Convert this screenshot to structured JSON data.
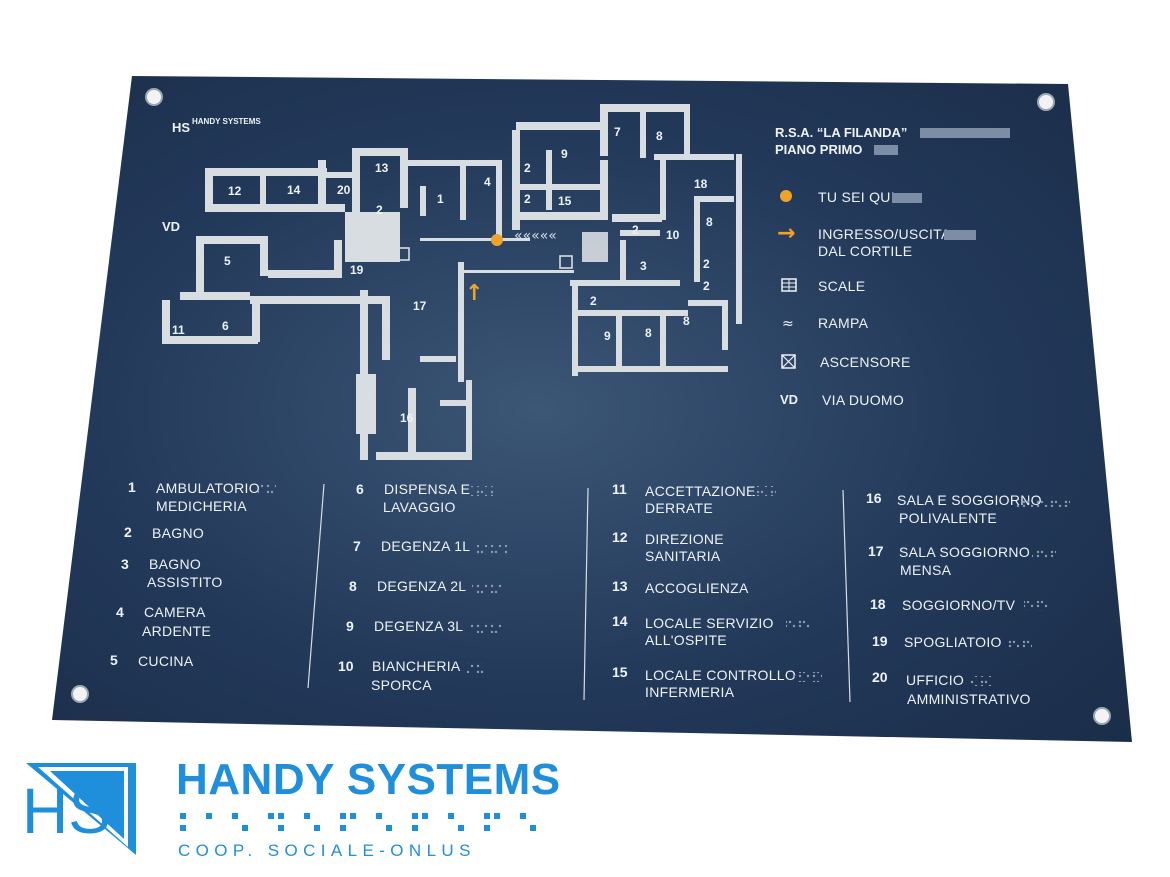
{
  "plate": {
    "maker_small": "HANDY SYSTEMS",
    "title_line1": "R.S.A. “LA FILANDA”",
    "title_line2": "PIANO PRIMO",
    "vd_label": "VD",
    "colors": {
      "plate": "#1f3350",
      "ink": "#eef2f6",
      "accent": "#f0a32a",
      "brand": "#1f8fdc"
    }
  },
  "key": [
    {
      "symbol": "orange-dot-icon",
      "text": "TU SEI QUI"
    },
    {
      "symbol": "arrow-right-icon",
      "text": "INGRESSO/USCITA",
      "text2": "DAL CORTILE"
    },
    {
      "symbol": "stairs-icon",
      "text": "SCALE"
    },
    {
      "symbol": "ramp-icon",
      "text": "RAMPA"
    },
    {
      "symbol": "elevator-icon",
      "text": "ASCENSORE"
    },
    {
      "symbol": "VD",
      "text": "VIA DUOMO"
    }
  ],
  "rooms": [
    {
      "num": "1",
      "line1": "AMBULATORIO",
      "line2": "MEDICHERIA"
    },
    {
      "num": "2",
      "line1": "BAGNO",
      "line2": ""
    },
    {
      "num": "3",
      "line1": "BAGNO",
      "line2": "ASSISTITO"
    },
    {
      "num": "4",
      "line1": "CAMERA",
      "line2": "ARDENTE"
    },
    {
      "num": "5",
      "line1": "CUCINA",
      "line2": ""
    },
    {
      "num": "6",
      "line1": "DISPENSA E",
      "line2": "LAVAGGIO"
    },
    {
      "num": "7",
      "line1": "DEGENZA 1L",
      "line2": ""
    },
    {
      "num": "8",
      "line1": "DEGENZA 2L",
      "line2": ""
    },
    {
      "num": "9",
      "line1": "DEGENZA 3L",
      "line2": ""
    },
    {
      "num": "10",
      "line1": "BIANCHERIA",
      "line2": "SPORCA"
    },
    {
      "num": "11",
      "line1": "ACCETTAZIONE",
      "line2": "DERRATE"
    },
    {
      "num": "12",
      "line1": "DIREZIONE",
      "line2": "SANITARIA"
    },
    {
      "num": "13",
      "line1": "ACCOGLIENZA",
      "line2": ""
    },
    {
      "num": "14",
      "line1": "LOCALE SERVIZIO",
      "line2": "ALL'OSPITE"
    },
    {
      "num": "15",
      "line1": "LOCALE CONTROLLO",
      "line2": "INFERMERIA"
    },
    {
      "num": "16",
      "line1": "SALA E SOGGIORNO",
      "line2": "POLIVALENTE"
    },
    {
      "num": "17",
      "line1": "SALA SOGGIORNO",
      "line2": "MENSA"
    },
    {
      "num": "18",
      "line1": "SOGGIORNO/TV",
      "line2": ""
    },
    {
      "num": "19",
      "line1": "SPOGLIATOIO",
      "line2": ""
    },
    {
      "num": "20",
      "line1": "UFFICIO",
      "line2": "AMMINISTRATIVO"
    }
  ],
  "map_labels": [
    "12",
    "14",
    "20",
    "13",
    "2",
    "1",
    "4",
    "2",
    "9",
    "7",
    "8",
    "2",
    "15",
    "18",
    "8",
    "2",
    "10",
    "5",
    "19",
    "17",
    "11",
    "6",
    "16",
    "3",
    "2",
    "2",
    "2",
    "9",
    "8",
    "8"
  ],
  "brand": {
    "name": "HANDY SYSTEMS",
    "subtitle": "COOP. SOCIALE-ONLUS",
    "logo_letters": "HS"
  }
}
